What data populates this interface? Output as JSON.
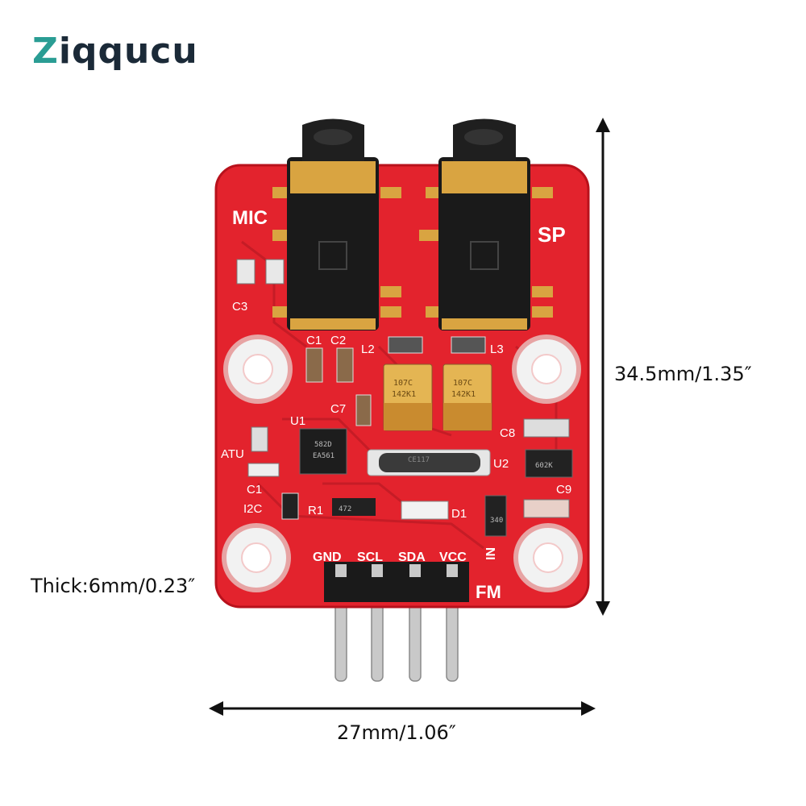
{
  "brand": {
    "prefix": "Z",
    "rest": "iqqucu"
  },
  "dimensions": {
    "height": "34.5mm/1.35″",
    "width": "27mm/1.06″",
    "thickness": "Thick:6mm/0.23″"
  },
  "board": {
    "jack_left_label": "MIC",
    "jack_right_label": "SP",
    "fm_label": "FM",
    "in_label": "IN",
    "silkscreen": [
      "C3",
      "C1",
      "C2",
      "L2",
      "L3",
      "C7",
      "U1",
      "C8",
      "ATU",
      "U2",
      "C1",
      "C9",
      "I2C",
      "R1",
      "D1"
    ],
    "chip_u1": [
      "582D",
      "EA561"
    ],
    "resistor_r1": "472",
    "cap_left": [
      "107C",
      "142K1"
    ],
    "cap_right": [
      "107C",
      "142K1"
    ],
    "crystal": "CE117",
    "chip_u2": "602K",
    "chip_small": "340",
    "pins": [
      "GND",
      "SCL",
      "SDA",
      "VCC"
    ]
  },
  "colors": {
    "pcb": "#e3232d",
    "pcb_dark": "#b8121c",
    "gold": "#d9a441",
    "black": "#1a1a1a"
  }
}
